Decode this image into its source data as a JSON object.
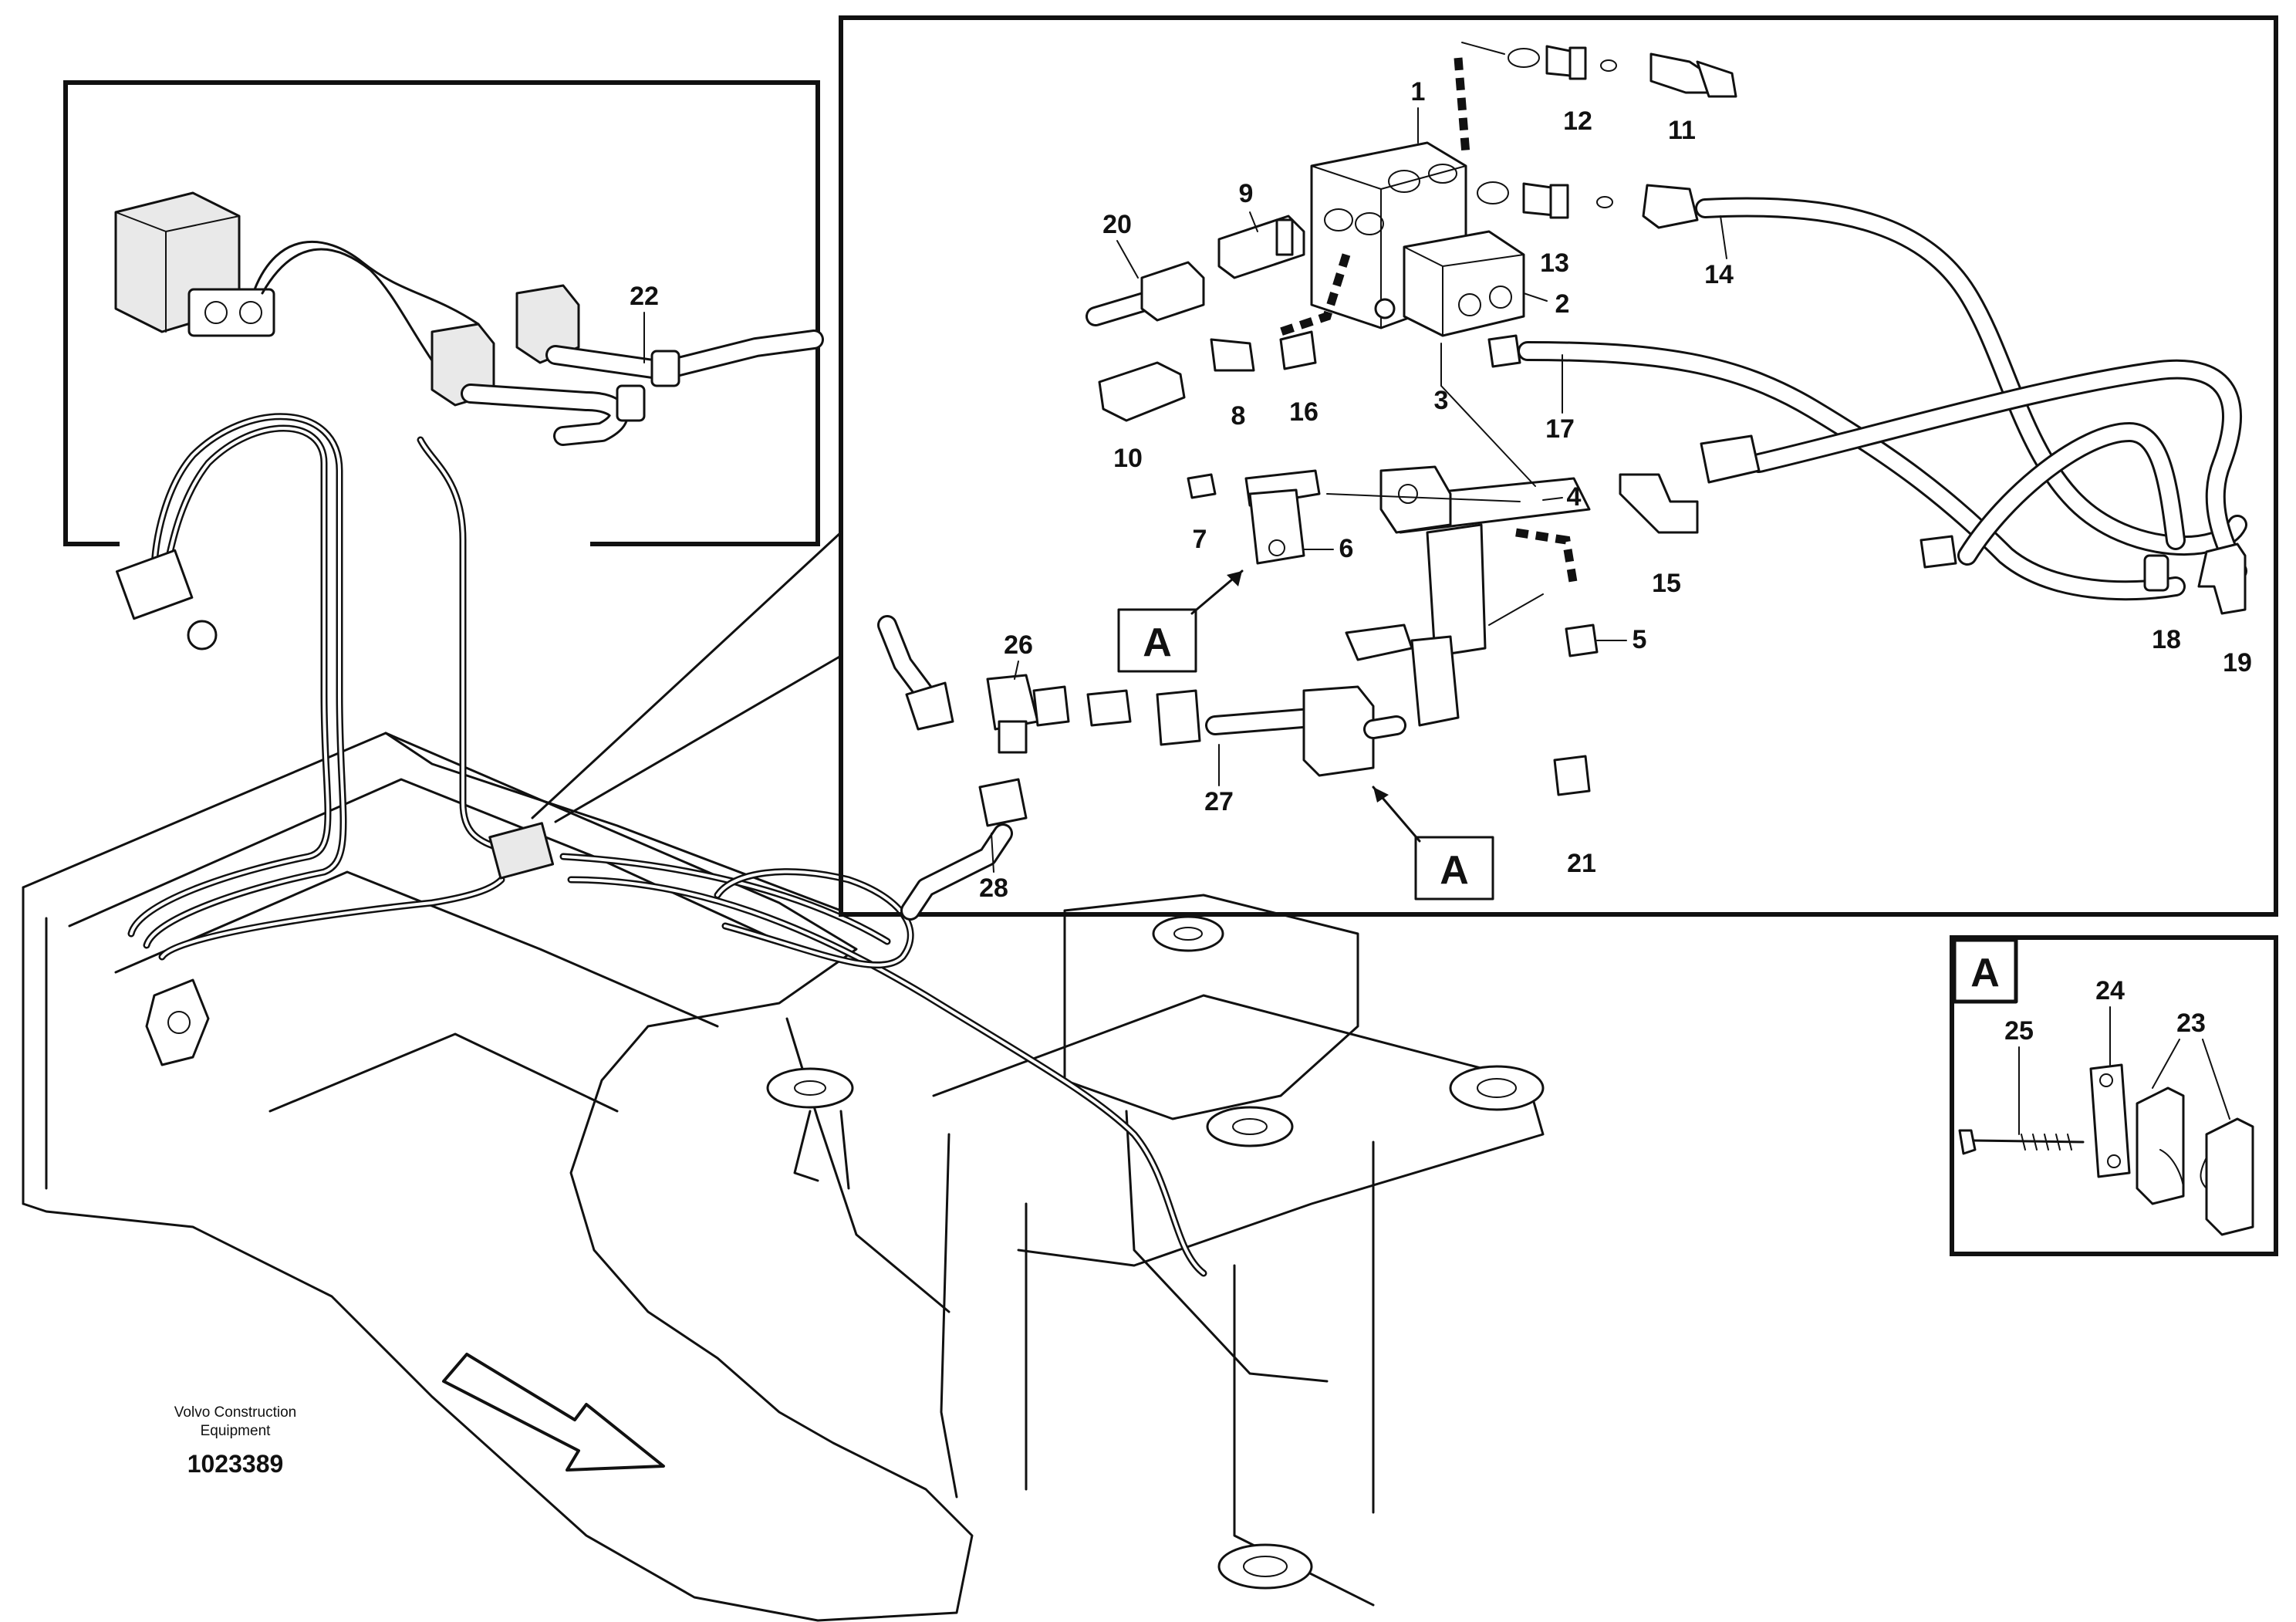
{
  "callouts": {
    "c1": "1",
    "c2": "2",
    "c3": "3",
    "c4": "4",
    "c5": "5",
    "c6": "6",
    "c7": "7",
    "c8": "8",
    "c9": "9",
    "c10": "10",
    "c11": "11",
    "c12": "12",
    "c13": "13",
    "c14": "14",
    "c15": "15",
    "c16": "16",
    "c17": "17",
    "c18": "18",
    "c19": "19",
    "c20": "20",
    "c21": "21",
    "c22": "22",
    "c23": "23",
    "c24": "24",
    "c25": "25",
    "c26": "26",
    "c27": "27",
    "c28": "28"
  },
  "section_label": "A",
  "footer": {
    "brand_line1": "Volvo Construction",
    "brand_line2": "Equipment",
    "doc_number": "1023389"
  },
  "icons": {
    "direction": "arrow-icon"
  }
}
